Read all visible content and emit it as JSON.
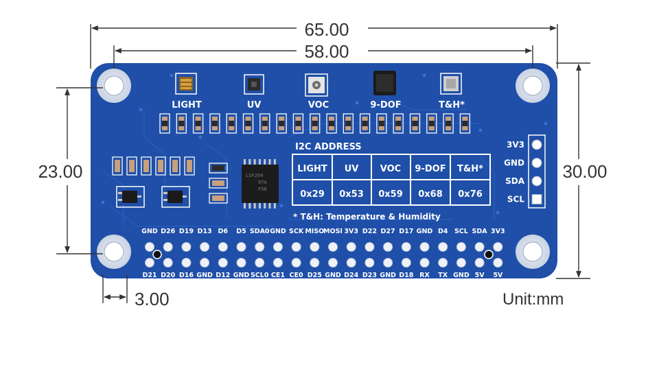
{
  "dimensions": {
    "board_width": "65.00",
    "hole_spacing_x": "58.00",
    "hole_spacing_y": "23.00",
    "board_height": "30.00",
    "hole_offset": "3.00",
    "unit": "Unit:mm"
  },
  "sensors": [
    {
      "label": "LIGHT"
    },
    {
      "label": "UV"
    },
    {
      "label": "VOC"
    },
    {
      "label": "9-DOF"
    },
    {
      "label": "T&H*"
    }
  ],
  "i2c_table": {
    "title": "I2C ADDRESS",
    "headers": [
      "LIGHT",
      "UV",
      "VOC",
      "9-DOF",
      "T&H*"
    ],
    "addresses": [
      "0x29",
      "0x53",
      "0x59",
      "0x68",
      "0x76"
    ]
  },
  "footnote": "* T&H: Temperature & Humidity",
  "side_pins": [
    "3V3",
    "GND",
    "SDA",
    "SCL"
  ],
  "ic_marking": [
    "LSF204",
    "97A",
    "F56"
  ],
  "header_top": [
    "GND",
    "D26",
    "D19",
    "D13",
    "D6",
    "D5",
    "SDA0",
    "GND",
    "SCK",
    "MISO",
    "MOSI",
    "3V3",
    "D22",
    "D27",
    "D17",
    "GND",
    "D4",
    "SCL",
    "SDA",
    "3V3"
  ],
  "header_bottom": [
    "D21",
    "D20",
    "D16",
    "GND",
    "D12",
    "GND",
    "SCL0",
    "CE1",
    "CE0",
    "D25",
    "GND",
    "D24",
    "D23",
    "GND",
    "D18",
    "RX",
    "TX",
    "GND",
    "5V",
    "5V"
  ],
  "colors": {
    "pcb": "#1f4fa8",
    "pcb_dark": "#163f8d",
    "silkscreen": "#ffffff",
    "dimension_line": "#333333"
  }
}
